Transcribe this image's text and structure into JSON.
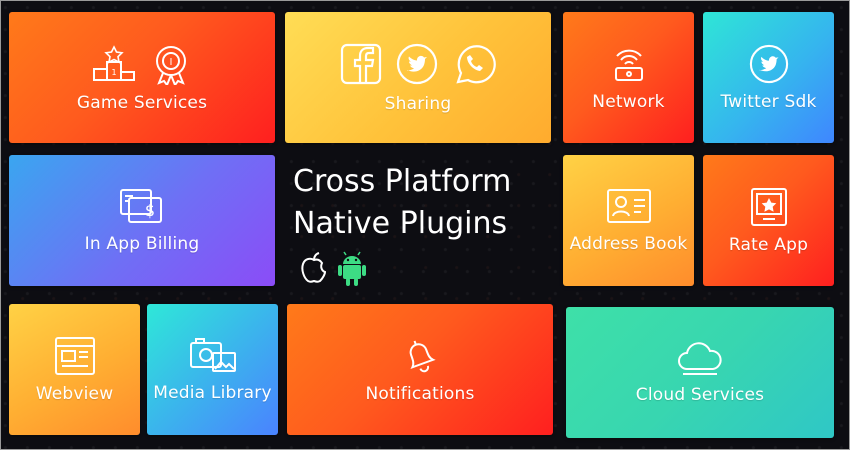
{
  "heading": {
    "line1": "Cross Platform",
    "line2": "Native Plugins"
  },
  "platforms": [
    "apple-icon",
    "android-icon"
  ],
  "tiles": {
    "game_services": {
      "label": "Game Services",
      "icons": [
        "podium-icon",
        "medal-icon"
      ]
    },
    "sharing": {
      "label": "Sharing",
      "icons": [
        "facebook-icon",
        "twitter-icon",
        "whatsapp-icon"
      ]
    },
    "network": {
      "label": "Network",
      "icons": [
        "router-icon"
      ]
    },
    "twitter_sdk": {
      "label": "Twitter Sdk",
      "icons": [
        "twitter-icon"
      ]
    },
    "in_app_billing": {
      "label": "In App Billing",
      "icons": [
        "bill-icon"
      ]
    },
    "address_book": {
      "label": "Address Book",
      "icons": [
        "contact-card-icon"
      ]
    },
    "rate_app": {
      "label": "Rate App",
      "icons": [
        "star-frame-icon"
      ]
    },
    "webview": {
      "label": "Webview",
      "icons": [
        "browser-window-icon"
      ]
    },
    "media_library": {
      "label": "Media Library",
      "icons": [
        "camera-photo-icon"
      ]
    },
    "notifications": {
      "label": "Notifications",
      "icons": [
        "bell-icon"
      ]
    },
    "cloud_services": {
      "label": "Cloud Services",
      "icons": [
        "cloud-icon"
      ]
    }
  },
  "colors": {
    "background": "#0d0d12",
    "red_tile": "#ff3a1e",
    "yellow_tile": "#ffc23a",
    "cyan_tile": "#35b6ee",
    "purple_tile": "#6f6ff5",
    "green_tile": "#38d6b0",
    "android_green": "#3ddc84"
  }
}
